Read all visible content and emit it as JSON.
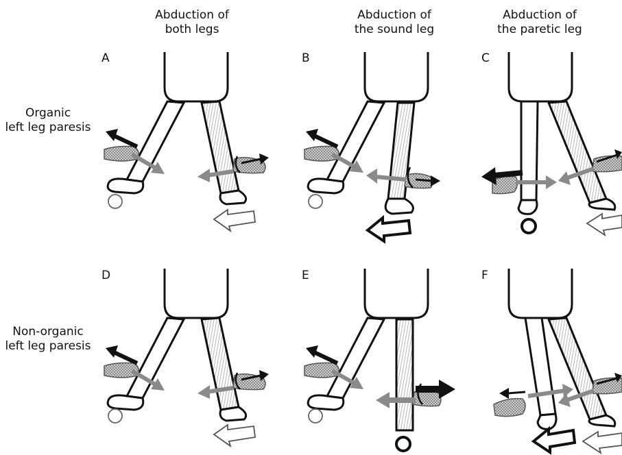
{
  "columns": [
    {
      "line1": "Abduction of",
      "line2": "both legs"
    },
    {
      "line1": "Abduction of",
      "line2": "the sound leg"
    },
    {
      "line1": "Abduction of",
      "line2": "the paretic leg"
    }
  ],
  "rows": [
    {
      "line1": "Organic",
      "line2": "left leg paresis"
    },
    {
      "line1": "Non-organic",
      "line2": "left leg paresis"
    }
  ],
  "panels": [
    "A",
    "B",
    "C",
    "D",
    "E",
    "F"
  ],
  "colors": {
    "line": "#111111",
    "grey_arrow": "#8a8a8a",
    "hatch": "#bdbdbd"
  }
}
